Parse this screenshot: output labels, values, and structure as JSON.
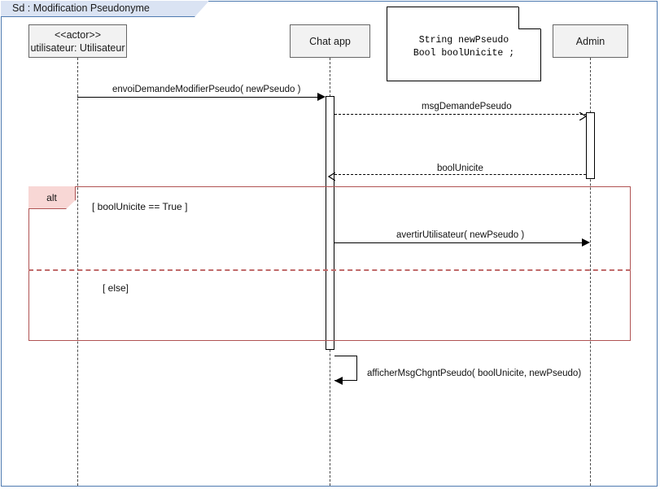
{
  "diagram": {
    "title": "Sd :  Modification Pseudonyme",
    "frame_border_color": "#4e7ab0",
    "title_bg_color": "#dae3f3"
  },
  "participants": [
    {
      "id": "utilisateur",
      "stereotype": "<<actor>>",
      "label": "utilisateur: Utilisateur"
    },
    {
      "id": "chatapp",
      "label": "Chat app"
    },
    {
      "id": "admin",
      "label": "Admin"
    }
  ],
  "note": {
    "line1": "String newPseudo",
    "line2": "Bool boolUnicite ;"
  },
  "messages": [
    {
      "id": "m1",
      "label": "envoiDemandeModifierPseudo( newPseudo )",
      "style": "solid",
      "arrow": "filled",
      "direction": "right"
    },
    {
      "id": "m2",
      "label": "msgDemandePseudo",
      "style": "dashed",
      "arrow": "open",
      "direction": "right"
    },
    {
      "id": "m3",
      "label": "boolUnicite",
      "style": "dashed",
      "arrow": "open",
      "direction": "left"
    },
    {
      "id": "m4",
      "label": "avertirUtilisateur( newPseudo )",
      "style": "solid",
      "arrow": "filled",
      "direction": "right"
    },
    {
      "id": "m5",
      "label": "afficherMsgChgntPseudo( boolUnicite, newPseudo)",
      "style": "solid",
      "arrow": "filled",
      "direction": "self"
    }
  ],
  "fragment": {
    "operator": "alt",
    "border_color": "#b05353",
    "tag_bg_color": "#f8d7d5",
    "guards": [
      "[ boolUnicite == True ]",
      "[ else]"
    ]
  }
}
